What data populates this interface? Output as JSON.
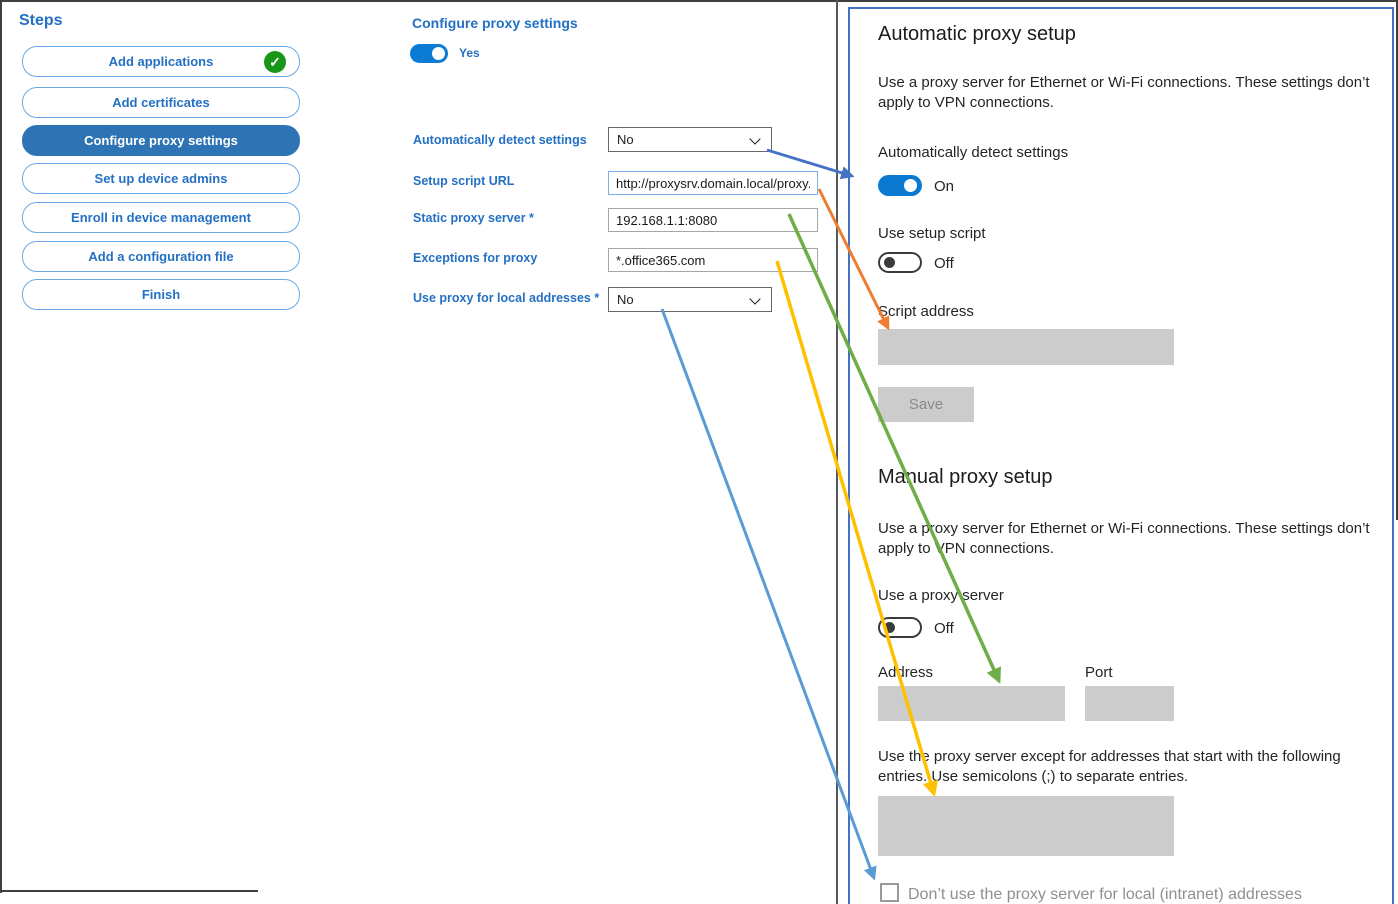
{
  "sidebar": {
    "title": "Steps",
    "items": [
      {
        "label": "Add applications",
        "completed": true,
        "selected": false
      },
      {
        "label": "Add certificates",
        "completed": false,
        "selected": false
      },
      {
        "label": "Configure proxy settings",
        "completed": false,
        "selected": true
      },
      {
        "label": "Set up device admins",
        "completed": false,
        "selected": false
      },
      {
        "label": "Enroll in device management",
        "completed": false,
        "selected": false
      },
      {
        "label": "Add a configuration file",
        "completed": false,
        "selected": false
      },
      {
        "label": "Finish",
        "completed": false,
        "selected": false
      }
    ]
  },
  "form": {
    "title": "Configure proxy settings",
    "enabled_toggle_label": "Yes",
    "fields": [
      {
        "label": "Automatically detect settings",
        "type": "select",
        "value": "No"
      },
      {
        "label": "Setup script URL",
        "type": "text",
        "value": "http://proxysrv.domain.local/proxy.pa"
      },
      {
        "label": "Static proxy server *",
        "type": "text",
        "value": "192.168.1.1:8080"
      },
      {
        "label": "Exceptions for proxy",
        "type": "text",
        "value": "*.office365.com"
      },
      {
        "label": "Use proxy for local addresses *",
        "type": "select",
        "value": "No"
      }
    ]
  },
  "settings": {
    "auto_heading": "Automatic proxy setup",
    "auto_description": "Use a proxy server for Ethernet or Wi-Fi connections. These settings don’t apply to VPN connections.",
    "detect_label": "Automatically detect settings",
    "detect_state": "On",
    "setup_script_label": "Use setup script",
    "setup_script_state": "Off",
    "script_address_label": "Script address",
    "script_address_value": "",
    "save_label": "Save",
    "manual_heading": "Manual proxy setup",
    "manual_description": "Use a proxy server for Ethernet or Wi-Fi connections. These settings don’t apply to VPN connections.",
    "use_proxy_label": "Use a proxy server",
    "use_proxy_state": "Off",
    "address_label": "Address",
    "address_value": "",
    "port_label": "Port",
    "port_value": "",
    "exceptions_description": "Use the proxy server except for addresses that start with the following entries. Use semicolons (;) to separate entries.",
    "exceptions_value": "",
    "local_checkbox_label": "Don’t use the proxy server for local (intranet) addresses"
  },
  "arrows": {
    "auto_detect": {
      "color": "#4472c4"
    },
    "setup_script": {
      "color": "#ed7d31"
    },
    "static_proxy": {
      "color": "#70ad47"
    },
    "exceptions": {
      "color": "#ffc000"
    },
    "local_addresses": {
      "color": "#5b9bd5"
    }
  },
  "colors": {
    "accent_blue": "#2470c3",
    "selected_step_bg": "#2e74b5",
    "toggle_on": "#0b79d0",
    "panel_border": "#4472c4",
    "completed_green": "#189618",
    "disabled_fill": "#cccccc"
  }
}
